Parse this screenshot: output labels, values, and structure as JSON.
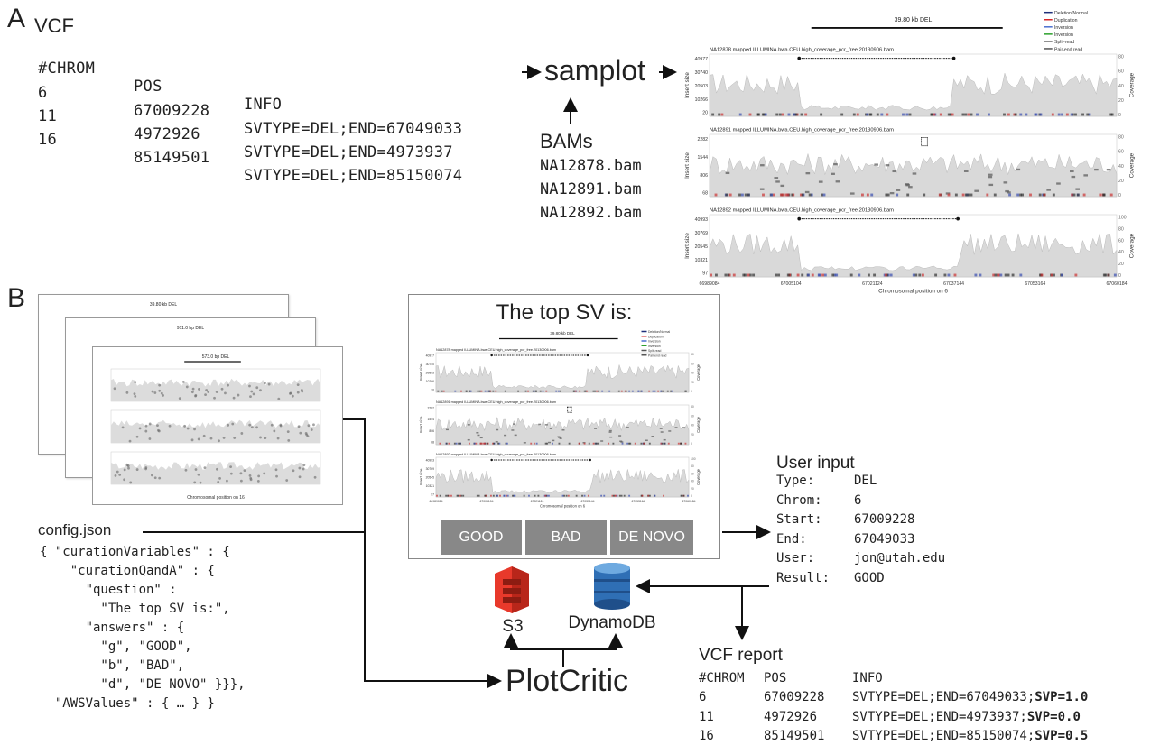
{
  "panel_a": {
    "letter": "A",
    "vcf_title": "VCF",
    "vcf_header": [
      "#CHROM",
      "POS",
      "INFO"
    ],
    "vcf_rows": [
      {
        "chrom": "6",
        "pos": "67009228",
        "info": "SVTYPE=DEL;END=67049033"
      },
      {
        "chrom": "11",
        "pos": "4972926",
        "info": "SVTYPE=DEL;END=4973937"
      },
      {
        "chrom": "16",
        "pos": "85149501",
        "info": "SVTYPE=DEL;END=85150074"
      }
    ],
    "samplot_label": "samplot",
    "bams_title": "BAMs",
    "bam_files": [
      "NA12878.bam",
      "NA12891.bam",
      "NA12892.bam"
    ],
    "plot": {
      "sv_title": "39.80 kb DEL",
      "legend": [
        "Deletion/Normal",
        "Duplication",
        "Inversion",
        "Inversion",
        "Split-read",
        "Pair-end read"
      ],
      "legend_colors": [
        "#1f2f7a",
        "#d62728",
        "#4a6fd0",
        "#2ca02c",
        "#555555",
        "#555555"
      ],
      "tracks": [
        {
          "title": "NA12878 mapped ILLUMINA.bwa.CEU.high_coverage_pcr_free.20130906.bam",
          "yticks": [
            "40977",
            "30740",
            "20503",
            "10266",
            "20"
          ],
          "cov_ticks": [
            "80",
            "60",
            "40",
            "20",
            "0"
          ]
        },
        {
          "title": "NA12891 mapped ILLUMINA.bwa.CEU.high_coverage_pcr_free.20130906.bam",
          "yticks": [
            "2282",
            "1544",
            "806",
            "68"
          ],
          "cov_ticks": [
            "80",
            "60",
            "40",
            "20",
            "0"
          ]
        },
        {
          "title": "NA12892 mapped ILLUMINA.bwa.CEU.high_coverage_pcr_free.20130906.bam",
          "yticks": [
            "40993",
            "30769",
            "20545",
            "10321",
            "97"
          ],
          "cov_ticks": [
            "100",
            "80",
            "60",
            "40",
            "20",
            "0"
          ]
        }
      ],
      "ylabel": "Insert size",
      "y2label": "Coverage",
      "xticks": [
        "66989084",
        "67005104",
        "67021124",
        "67037144",
        "67053164",
        "67060184"
      ],
      "xlabel": "Chromosomal position on 6"
    }
  },
  "panel_b": {
    "letter": "B",
    "stack_titles": [
      "39.80 kb DEL",
      "911.0 bp DEL",
      "573.0 bp DEL"
    ],
    "stack_xlabel": "Chromosomal position on 16",
    "config_title": "config.json",
    "config_lines": [
      "{ \"curationVariables\" : {",
      "    \"curationQandA\" : {",
      "      \"question\" :",
      "        \"The top SV is:\",",
      "      \"answers\" : {",
      "        \"g\", \"GOOD\",",
      "        \"b\", \"BAD\",",
      "        \"d\", \"DE NOVO\" }}},",
      "  \"AWSValues\" : { … } }"
    ],
    "ui_title": "The top SV is:",
    "buttons": [
      "GOOD",
      "BAD",
      "DE NOVO"
    ],
    "user_input_title": "User input",
    "user_input": [
      {
        "key": "Type:",
        "value": "DEL"
      },
      {
        "key": "Chrom:",
        "value": "6"
      },
      {
        "key": "Start:",
        "value": "67009228"
      },
      {
        "key": "End:",
        "value": "67049033"
      },
      {
        "key": "User:",
        "value": "jon@utah.edu"
      },
      {
        "key": "Result:",
        "value": "GOOD"
      }
    ],
    "s3_label": "S3",
    "dynamodb_label": "DynamoDB",
    "plotcritic_label": "PlotCritic",
    "report_title": "VCF report",
    "report_header": [
      "#CHROM",
      "POS",
      "INFO"
    ],
    "report_rows": [
      {
        "chrom": "6",
        "pos": "67009228",
        "info": "SVTYPE=DEL;END=67049033;",
        "svp": "SVP=1.0"
      },
      {
        "chrom": "11",
        "pos": "4972926",
        "info": "SVTYPE=DEL;END=4973937;",
        "svp": "SVP=0.0"
      },
      {
        "chrom": "16",
        "pos": "85149501",
        "info": "SVTYPE=DEL;END=85150074;",
        "svp": "SVP=0.5"
      }
    ]
  },
  "colors": {
    "button_bg": "#888888",
    "s3_red": "#e8392b",
    "dynamo_blue": "#2f6fb5",
    "coverage_fill": "#d9d9d9",
    "del_line": "#111111"
  }
}
